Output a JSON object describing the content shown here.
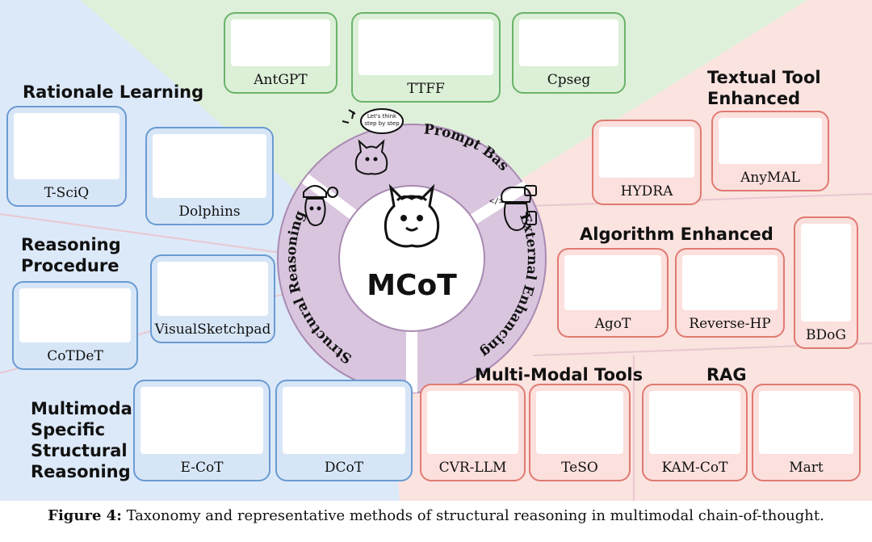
{
  "center": {
    "title": "MCoT"
  },
  "ring": {
    "prompt": [
      "Prompt",
      "Based"
    ],
    "external": [
      "External",
      "Enhancing"
    ],
    "structural": [
      "Structural",
      "Reasoning"
    ],
    "bubble": [
      "Let's think",
      "step by step"
    ]
  },
  "sections": {
    "rationale": "Rationale Learning",
    "procedure": [
      "Reasoning",
      "Procedure"
    ],
    "multimodal": [
      "Multimodal",
      "Specific",
      "Structural",
      "Reasoning"
    ],
    "textual": [
      "Textual Tool",
      "Enhanced"
    ],
    "algorithm": "Algorithm Enhanced",
    "tools": "Multi-Modal Tools",
    "rag": "RAG"
  },
  "methods": {
    "antgpt": "AntGPT",
    "ttff": "TTFF",
    "cpseg": "Cpseg",
    "tsciq": "T-SciQ",
    "dolphins": "Dolphins",
    "cotdet": "CoTDeT",
    "visualsketchpad": "VisualSketchpad",
    "ecot": "E-CoT",
    "dcot": "DCoT",
    "hydra": "HYDRA",
    "anymal": "AnyMAL",
    "agot": "AgoT",
    "reversehp": "Reverse-HP",
    "bdog": "BDoG",
    "cvrllm": "CVR-LLM",
    "teso": "TeSO",
    "kamcot": "KAM-CoT",
    "mart": "Mart"
  },
  "caption": {
    "label": "Figure 4:",
    "text": "Taxonomy and representative methods of structural reasoning in multimodal chain-of-thought."
  },
  "colors": {
    "blue_region": "#dce9f8",
    "green_region": "#dff0da",
    "pink_region": "#fbe3e0",
    "ring": "#d9c6de",
    "ring_border": "#a98ab3"
  }
}
